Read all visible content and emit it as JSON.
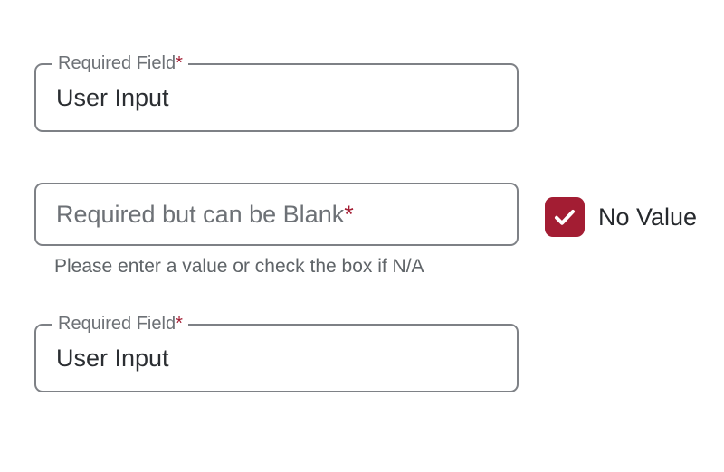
{
  "colors": {
    "accent_maroon": "#a31d33",
    "field_border": "#7e8186",
    "label_gray": "#6d7176",
    "input_text": "#2b2e32",
    "helper_gray": "#5f6468",
    "checkbox_label_text": "#26292d",
    "background": "#ffffff"
  },
  "form": {
    "required_marker": "*",
    "field1": {
      "label": "Required Field",
      "value": "User Input"
    },
    "field2": {
      "label": "Required but can be Blank",
      "value": "",
      "helper": "Please enter a value or check the box if N/A",
      "checkbox": {
        "label": "No Value",
        "checked": true,
        "icon": "checkmark-icon"
      }
    },
    "field3": {
      "label": "Required Field",
      "value": "User Input"
    }
  }
}
